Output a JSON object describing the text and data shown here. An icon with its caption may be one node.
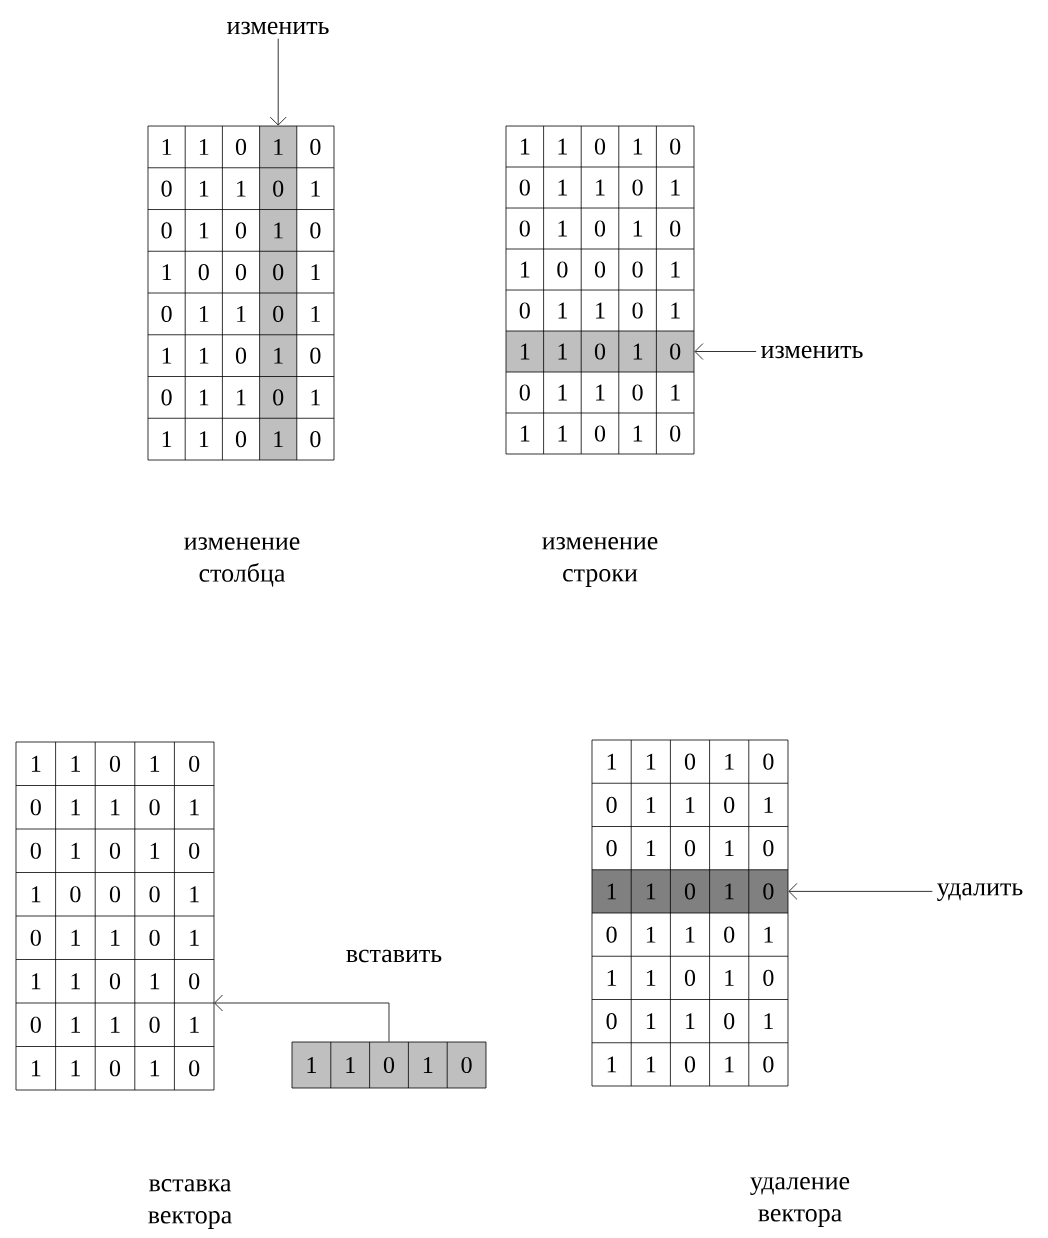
{
  "diagram": {
    "nodes": [
      {
        "text": [
          "изменить"
        ]
      },
      {
        "text": [
          "1",
          "1",
          "0",
          "0",
          "0",
          "1",
          "1",
          "1",
          "0",
          "1",
          "0",
          "0",
          "1",
          "0",
          "0",
          "1",
          "0",
          "1",
          "1",
          "1",
          "1",
          "1",
          "0",
          "0",
          "0",
          "1",
          "1",
          "1",
          "1",
          "1",
          "0",
          "0"
        ],
        "beside": [
          "изменение столбца"
        ]
      },
      {
        "text": [
          "1",
          "0",
          "1",
          "0",
          "0",
          "1",
          "0",
          "1"
        ],
        "in": 1
      },
      {
        "text": [
          "1",
          "1",
          "0",
          "1",
          "0",
          "0",
          "1",
          "1",
          "0",
          "1",
          "0",
          "1",
          "0",
          "1",
          "0",
          "1",
          "0",
          "0",
          "0",
          "1",
          "0",
          "1",
          "1",
          "0",
          "1",
          "0",
          "1",
          "1",
          "0",
          "1",
          "1",
          "1",
          "0",
          "1",
          "0"
        ],
        "beside": [
          "изменение строки"
        ]
      },
      {
        "text": [
          "1",
          "1",
          "0",
          "1",
          "0"
        ],
        "in": 3
      },
      {
        "text": [
          "изменить"
        ]
      },
      {
        "text": [
          "1",
          "1",
          "0",
          "1",
          "0",
          "0",
          "1",
          "1",
          "0",
          "1",
          "0",
          "1",
          "0",
          "1",
          "0",
          "1",
          "0",
          "0",
          "0",
          "1",
          "0",
          "1",
          "1",
          "0",
          "1",
          "1",
          "1",
          "0",
          "1",
          "0",
          "0",
          "1",
          "1",
          "0",
          "1",
          "1",
          "1",
          "0",
          "1",
          "0"
        ],
        "beside": [
          "вставка вектора"
        ]
      },
      {
        "text": [
          "1",
          "1",
          "0",
          "1",
          "0"
        ]
      },
      {
        "text": [
          "1",
          "1",
          "0",
          "1",
          "0",
          "0",
          "1",
          "1",
          "0",
          "1",
          "0",
          "1",
          "0",
          "1",
          "0",
          "0",
          "1",
          "1",
          "0",
          "1",
          "1",
          "1",
          "0",
          "1",
          "0",
          "0",
          "1",
          "1",
          "0",
          "1",
          "1",
          "1",
          "0",
          "1",
          "0"
        ],
        "beside": [
          "удаление вектора"
        ]
      },
      {
        "text": [
          "1",
          "1",
          "0",
          "1",
          "0"
        ],
        "in": 8
      },
      {
        "text": [
          "удалить"
        ]
      }
    ],
    "edges": [
      {
        "from": 0,
        "to": 2,
        "arrow": "to"
      },
      {
        "from": 5,
        "to": 4,
        "arrow": "to"
      },
      {
        "from": 7,
        "to": 6,
        "arrow": "to",
        "label": "вставить"
      },
      {
        "from": 10,
        "to": 9,
        "arrow": "to"
      }
    ]
  }
}
